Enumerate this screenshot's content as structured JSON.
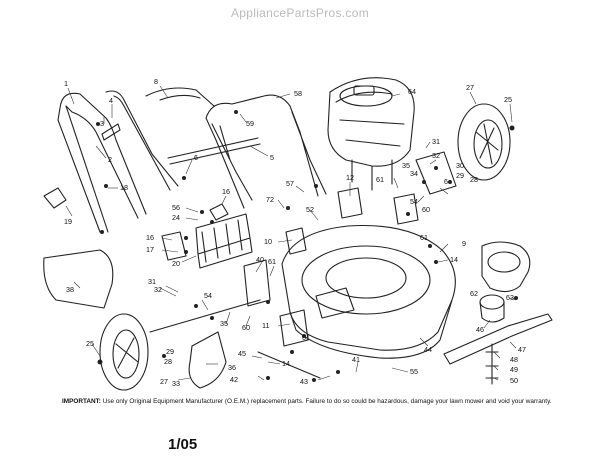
{
  "watermark": "AppliancePartsPros.com",
  "notice": {
    "lead": "IMPORTANT:",
    "body": "Use only Original Equipment Manufacturer (O.E.M.) replacement parts.  Failure to do so could be hazardous, damage your lawn mower and void your warranty."
  },
  "revision": "1/05",
  "callouts": [
    {
      "id": "c1",
      "label": "1"
    },
    {
      "id": "c2",
      "label": "2"
    },
    {
      "id": "c3",
      "label": "3"
    },
    {
      "id": "c4",
      "label": "4"
    },
    {
      "id": "c5",
      "label": "5"
    },
    {
      "id": "c6",
      "label": "6"
    },
    {
      "id": "c6b",
      "label": "6"
    },
    {
      "id": "c8",
      "label": "8"
    },
    {
      "id": "c9",
      "label": "9"
    },
    {
      "id": "c10",
      "label": "10"
    },
    {
      "id": "c11",
      "label": "11"
    },
    {
      "id": "c12",
      "label": "12"
    },
    {
      "id": "c14a",
      "label": "14"
    },
    {
      "id": "c14b",
      "label": "14"
    },
    {
      "id": "c16a",
      "label": "16"
    },
    {
      "id": "c16b",
      "label": "16"
    },
    {
      "id": "c17",
      "label": "17"
    },
    {
      "id": "c18",
      "label": "18"
    },
    {
      "id": "c19",
      "label": "19"
    },
    {
      "id": "c20",
      "label": "20"
    },
    {
      "id": "c24",
      "label": "24"
    },
    {
      "id": "c25a",
      "label": "25"
    },
    {
      "id": "c25b",
      "label": "25"
    },
    {
      "id": "c27a",
      "label": "27"
    },
    {
      "id": "c27b",
      "label": "27"
    },
    {
      "id": "c28a",
      "label": "28"
    },
    {
      "id": "c28b",
      "label": "28"
    },
    {
      "id": "c29a",
      "label": "29"
    },
    {
      "id": "c29b",
      "label": "29"
    },
    {
      "id": "c30",
      "label": "30"
    },
    {
      "id": "c31a",
      "label": "31"
    },
    {
      "id": "c31b",
      "label": "31"
    },
    {
      "id": "c32a",
      "label": "32"
    },
    {
      "id": "c32b",
      "label": "32"
    },
    {
      "id": "c33",
      "label": "33"
    },
    {
      "id": "c34",
      "label": "34"
    },
    {
      "id": "c35a",
      "label": "35"
    },
    {
      "id": "c35b",
      "label": "35"
    },
    {
      "id": "c36",
      "label": "36"
    },
    {
      "id": "c38",
      "label": "38"
    },
    {
      "id": "c40",
      "label": "40"
    },
    {
      "id": "c41",
      "label": "41"
    },
    {
      "id": "c42",
      "label": "42"
    },
    {
      "id": "c43",
      "label": "43"
    },
    {
      "id": "c44",
      "label": "44"
    },
    {
      "id": "c45",
      "label": "45"
    },
    {
      "id": "c46",
      "label": "46"
    },
    {
      "id": "c47",
      "label": "47"
    },
    {
      "id": "c48",
      "label": "48"
    },
    {
      "id": "c49",
      "label": "49"
    },
    {
      "id": "c50",
      "label": "50"
    },
    {
      "id": "c52",
      "label": "52"
    },
    {
      "id": "c54a",
      "label": "54"
    },
    {
      "id": "c54b",
      "label": "54"
    },
    {
      "id": "c55",
      "label": "55"
    },
    {
      "id": "c56",
      "label": "56"
    },
    {
      "id": "c57",
      "label": "57"
    },
    {
      "id": "c58",
      "label": "58"
    },
    {
      "id": "c59",
      "label": "59"
    },
    {
      "id": "c60a",
      "label": "60"
    },
    {
      "id": "c60b",
      "label": "60"
    },
    {
      "id": "c61a",
      "label": "61"
    },
    {
      "id": "c61b",
      "label": "61"
    },
    {
      "id": "c61c",
      "label": "61"
    },
    {
      "id": "c61d",
      "label": "61"
    },
    {
      "id": "c62",
      "label": "62"
    },
    {
      "id": "c63",
      "label": "63"
    },
    {
      "id": "c64",
      "label": "64"
    },
    {
      "id": "c72",
      "label": "72"
    }
  ]
}
